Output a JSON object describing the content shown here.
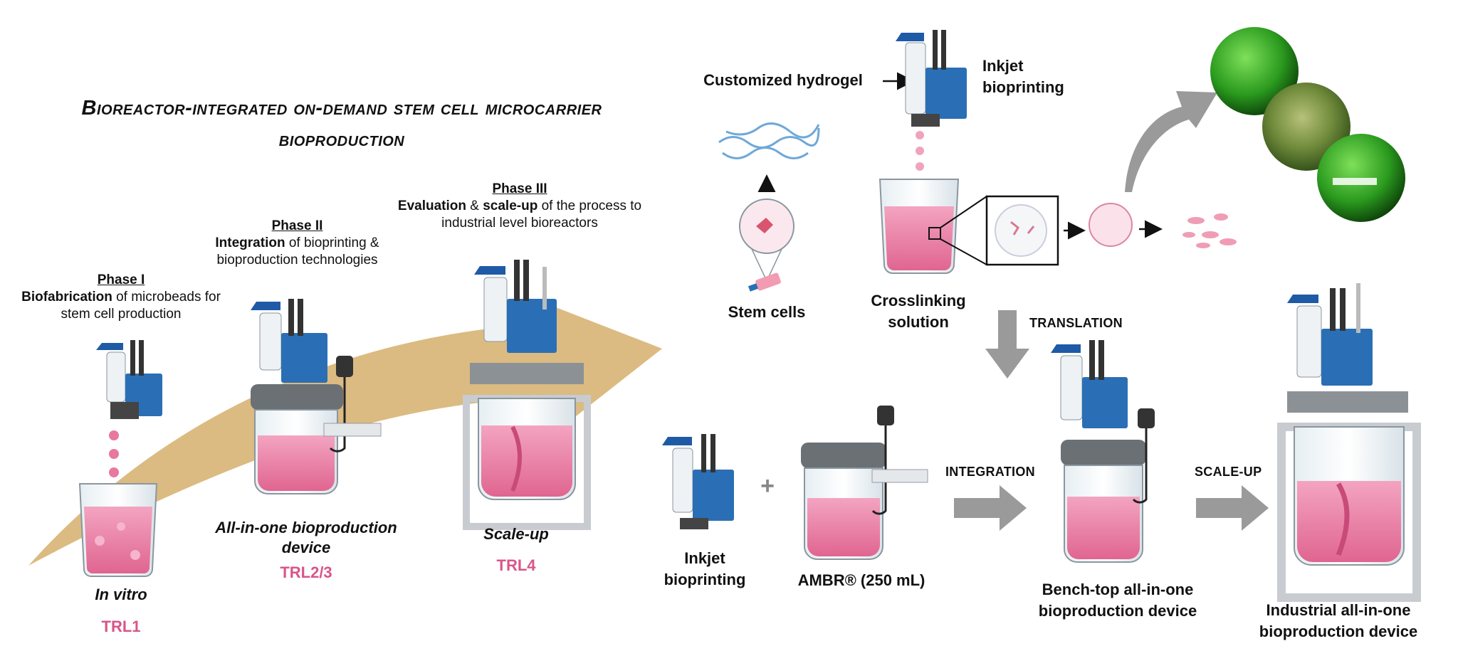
{
  "title_line1": "Bioreactor-integrated on-demand stem cell microcarrier",
  "title_line2": "bioproduction",
  "phases": [
    {
      "head": "Phase I",
      "bold": "Biofabrication",
      "text1": " of microbeads for",
      "text2": "stem cell production"
    },
    {
      "head": "Phase II",
      "bold": "Integration",
      "text1": " of bioprinting &",
      "text2": "bioproduction technologies"
    },
    {
      "head": "Phase III",
      "bold1": "Evaluation",
      "mid": " & ",
      "bold2": "scale-up",
      "text1": " of the process to",
      "text2": "industrial level bioreactors"
    }
  ],
  "stages": [
    {
      "name": "In vitro",
      "trl": "TRL1"
    },
    {
      "name1": "All-in-one bioproduction",
      "name2": "device",
      "trl": "TRL2/3"
    },
    {
      "name": "Scale-up",
      "trl": "TRL4"
    }
  ],
  "right": {
    "hydrogel": "Customized hydrogel",
    "inkjet_top_1": "Inkjet",
    "inkjet_top_2": "bioprinting",
    "stem_cells": "Stem cells",
    "crosslink_1": "Crosslinking",
    "crosslink_2": "solution",
    "translation": "TRANSLATION",
    "integration": "INTEGRATION",
    "scaleup": "SCALE-UP",
    "inkjet_bot_1": "Inkjet",
    "inkjet_bot_2": "bioprinting",
    "ambr": "AMBR® (250 mL)",
    "benchtop_1": "Bench-top all-in-one",
    "benchtop_2": "bioproduction device",
    "industrial_1": "Industrial all-in-one",
    "industrial_2": "bioproduction device",
    "plus": "+"
  },
  "colors": {
    "pink": "#e8789e",
    "trl": "#d9558a",
    "tan": "#d9b77a",
    "gray_arrow": "#9a9a9a",
    "blue": "#2a6fb5",
    "green": "#2faa2a"
  }
}
